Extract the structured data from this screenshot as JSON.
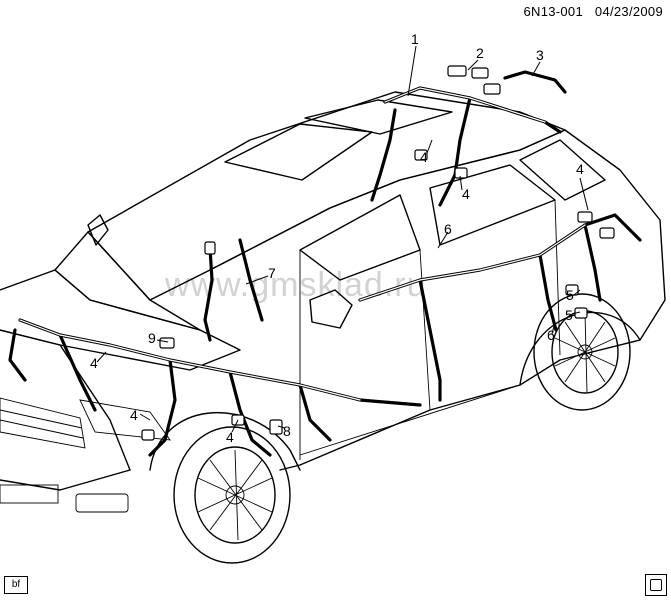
{
  "header": {
    "diagram_id": "6N13-001",
    "date": "04/23/2009"
  },
  "footer": {
    "code": "bf"
  },
  "watermark": "www.gmsklad.ru",
  "callouts": [
    "1",
    "2",
    "3",
    "4",
    "4",
    "4",
    "4",
    "4",
    "4",
    "5",
    "5",
    "6",
    "6",
    "7",
    "8",
    "9"
  ]
}
